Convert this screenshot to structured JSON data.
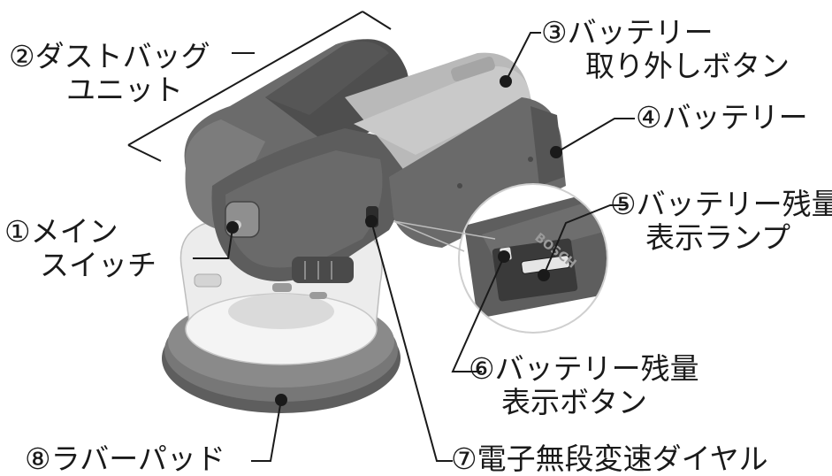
{
  "labels": {
    "main_switch": {
      "line1": "①メイン",
      "line2": "スイッチ"
    },
    "dust_bag": {
      "line1": "②ダストバッグ",
      "line2": "ユニット"
    },
    "battery_release": {
      "line1": "③バッテリー",
      "line2": "取り外しボタン"
    },
    "battery": {
      "line1": "④バッテリー"
    },
    "charge_lamp": {
      "line1": "⑤バッテリー残量",
      "line2": "表示ランプ"
    },
    "charge_button": {
      "line1": "⑥バッテリー残量",
      "line2": "表示ボタン"
    },
    "speed_dial": {
      "line1": "⑦電子無段変速ダイヤル"
    },
    "rubber_pad": {
      "line1": "⑧ラバーパッド"
    }
  },
  "battery_logo": "BOSCH",
  "colors": {
    "body_dark": "#5b5b5b",
    "body_mid": "#7a7a7a",
    "body_light": "#b9b9b9",
    "pad": "#6e6e6e",
    "base_white": "#efefef",
    "line": "#1a1a1a"
  }
}
